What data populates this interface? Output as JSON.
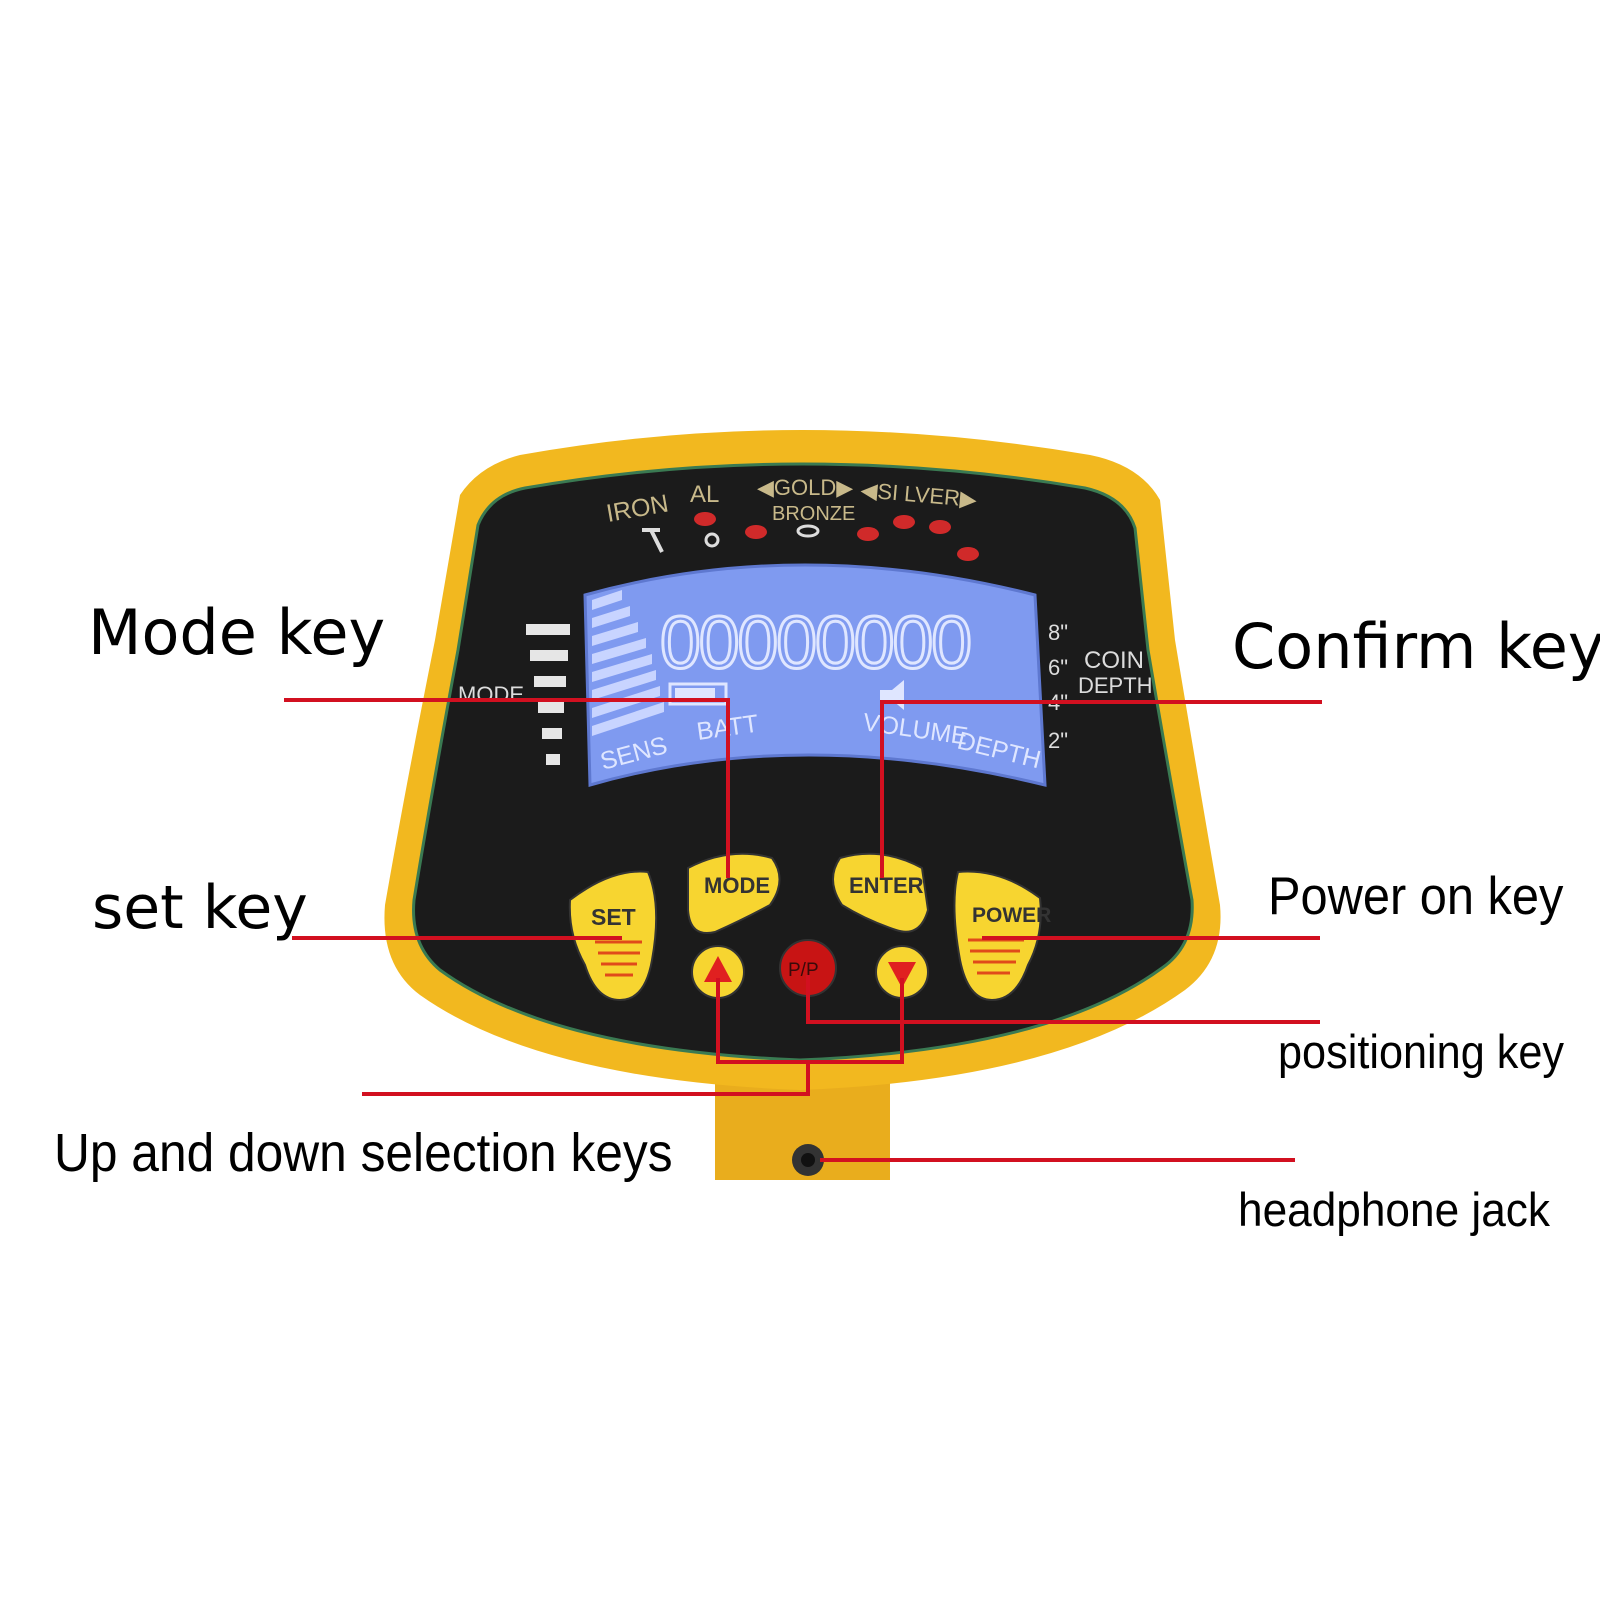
{
  "callouts": {
    "mode_key": "Mode key",
    "confirm_key": "Confirm key",
    "set_key": "set key",
    "power_on_key": "Power on key",
    "positioning_key": "positioning key",
    "up_down_keys": "Up and down selection keys",
    "headphone_jack": "headphone jack"
  },
  "device": {
    "target_labels": [
      "IRON",
      "AL",
      "◀GOLD▶",
      "BRONZE",
      "◀SI LVER▶"
    ],
    "lcd": {
      "digits": "00000000",
      "sens_label": "SENS",
      "batt_label": "BATT",
      "volume_label": "VOLUME",
      "depth_label": "DEPTH"
    },
    "mode_label": "MODE",
    "depth_scale": [
      "8\"",
      "6\"",
      "4\"",
      "2\""
    ],
    "coin_label": "COIN",
    "coin_depth_label": "DEPTH",
    "buttons": {
      "set": "SET",
      "mode": "MODE",
      "enter": "ENTER",
      "power": "POWER",
      "pinpoint": "P/P"
    }
  },
  "colors": {
    "housing": "#f2b81f",
    "panel": "#1b1b1b",
    "lcd": "#7f9af0",
    "leader_line": "#d21020",
    "button": "#f7d530",
    "pinpoint_button": "#c81414"
  }
}
